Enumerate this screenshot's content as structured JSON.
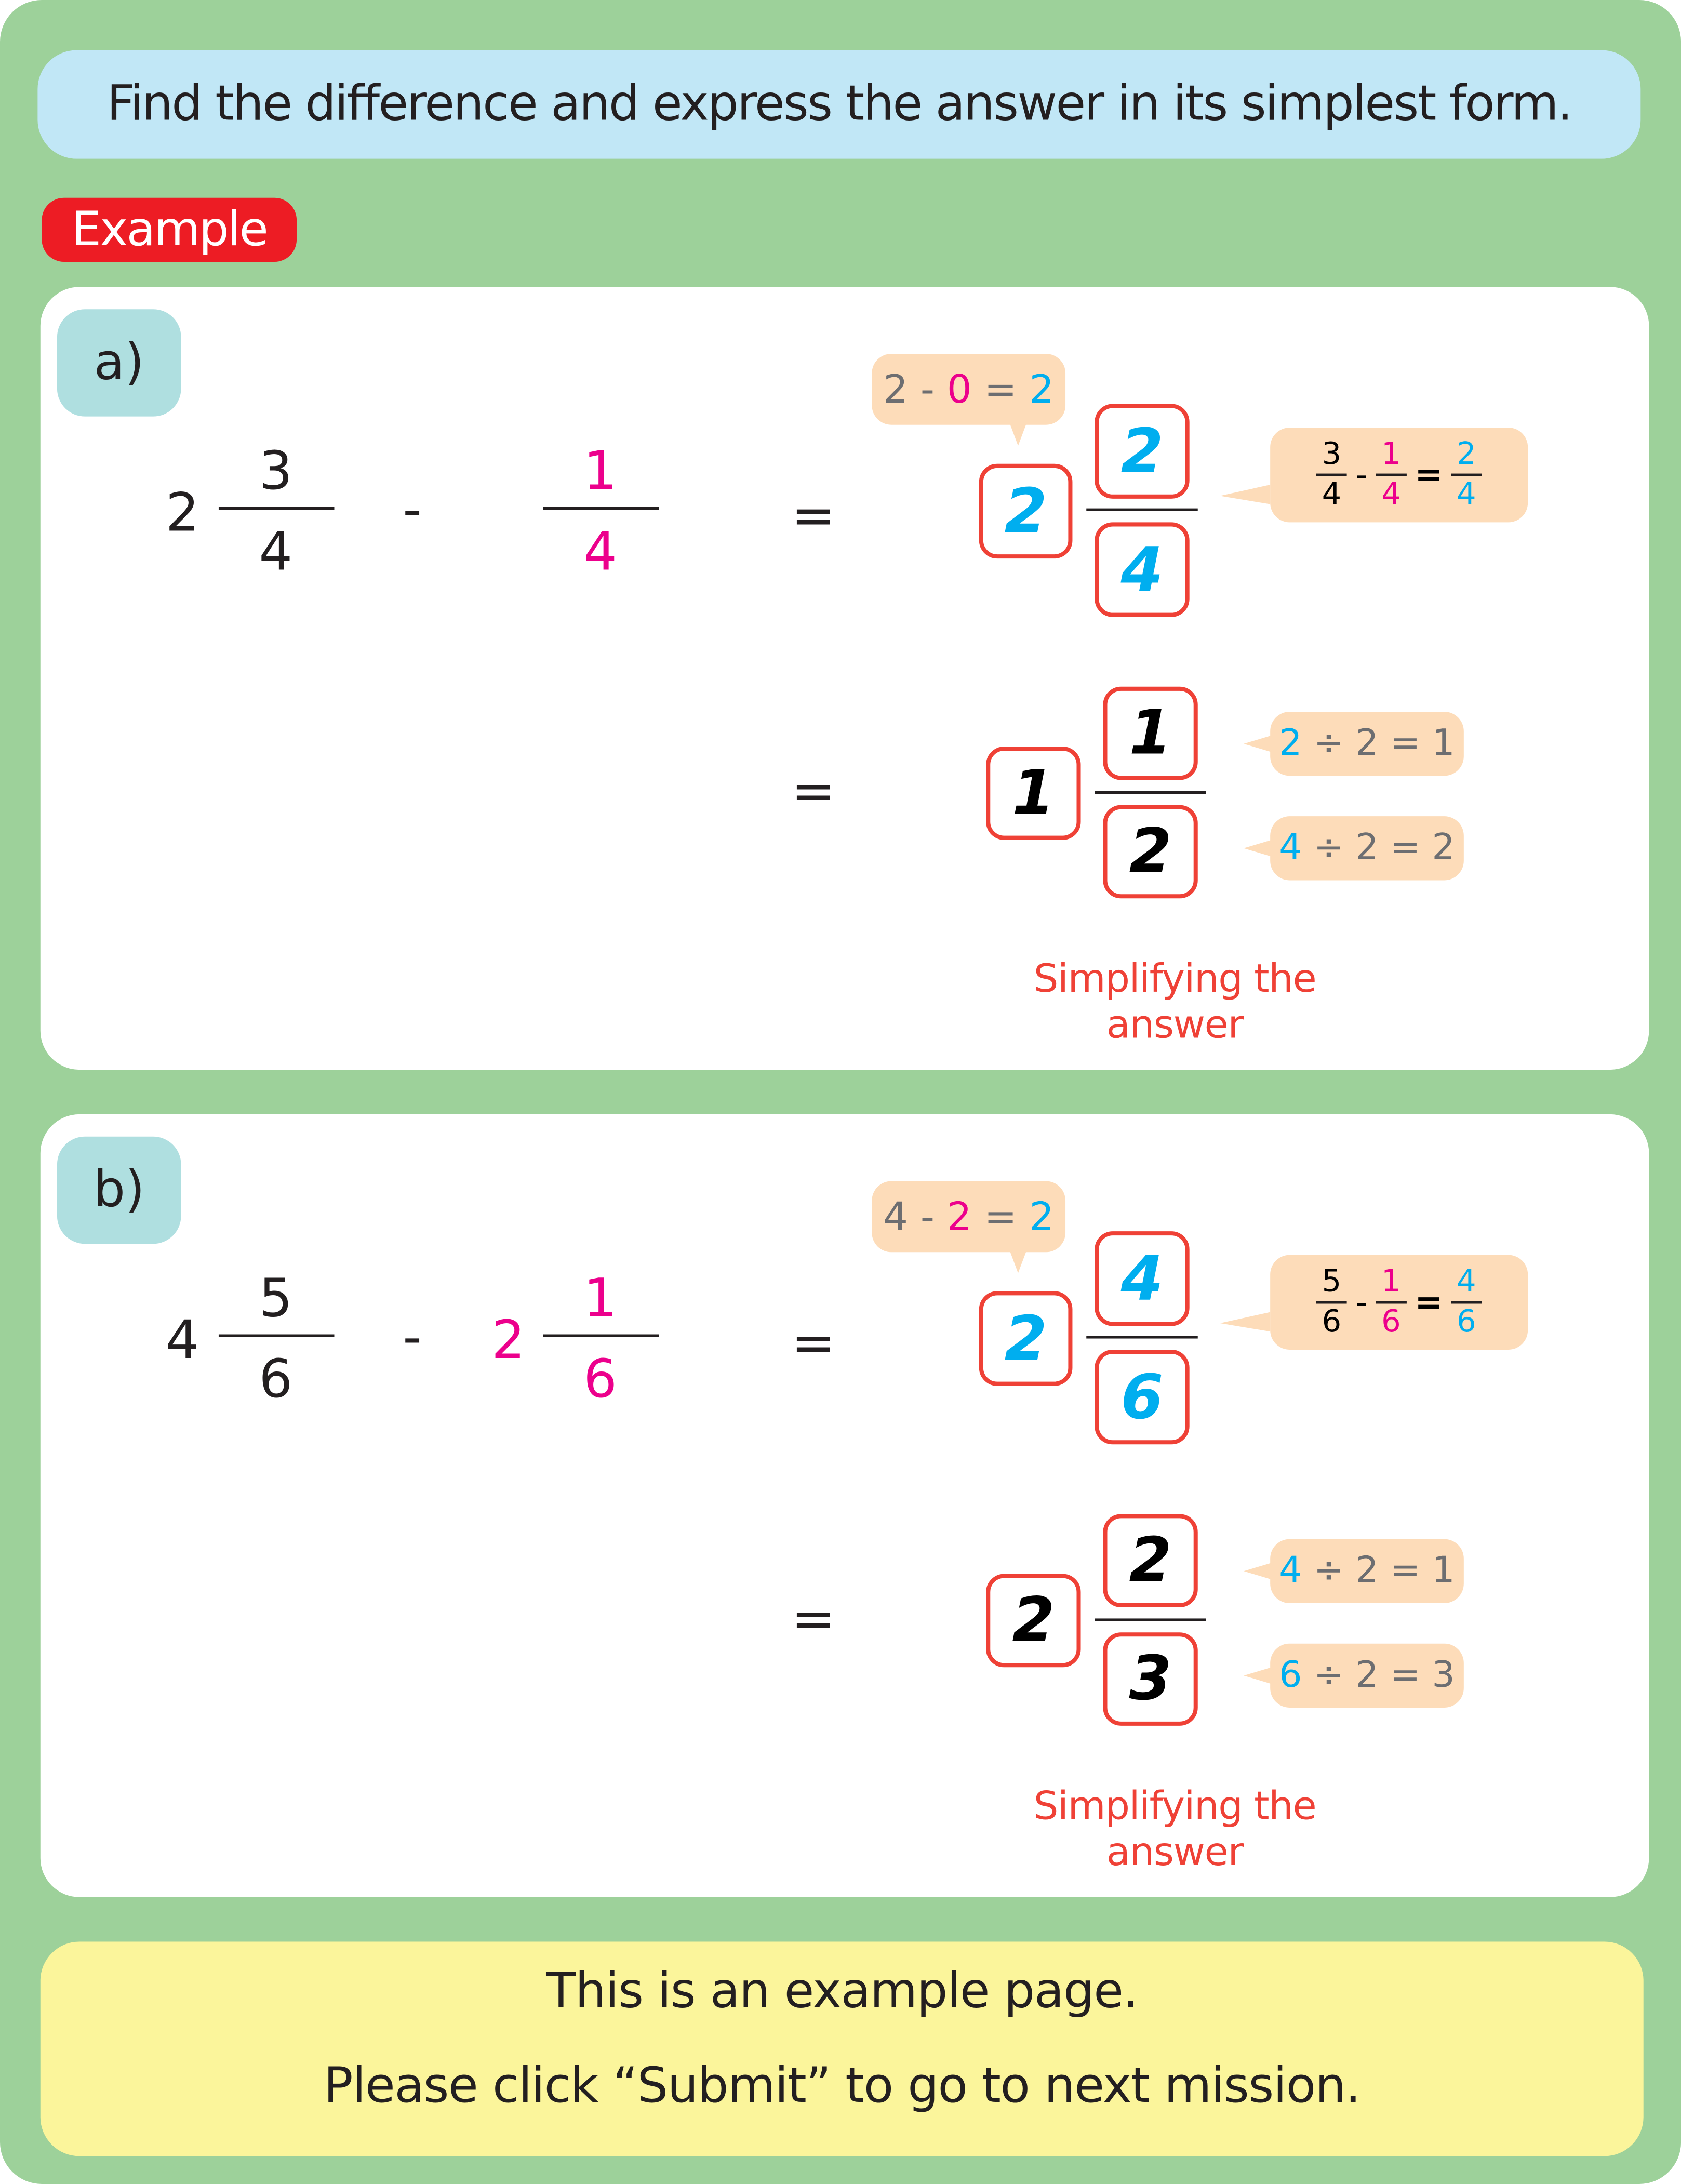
{
  "instruction": "Find the difference and express the answer in its simplest form.",
  "example_label": "Example",
  "colors": {
    "background": "#9dd19a",
    "accent_red": "#ed1c24",
    "blue": "#00aeef",
    "pink": "#ec008c",
    "bubble": "#fddcb9"
  },
  "problems": [
    {
      "label": "a)",
      "left": {
        "whole": "2",
        "num": "3",
        "den": "4"
      },
      "op": "-",
      "right": {
        "whole": "",
        "num": "1",
        "den": "4"
      },
      "eq": "=",
      "whole_hint": {
        "a": "2",
        "op": "-",
        "b": "0",
        "eq": "=",
        "r": "2"
      },
      "step1": {
        "whole": "2",
        "num": "2",
        "den": "4"
      },
      "frac_hint": {
        "a_num": "3",
        "a_den": "4",
        "op": "-",
        "b_num": "1",
        "b_den": "4",
        "eq": "=",
        "r_num": "2",
        "r_den": "4"
      },
      "step2": {
        "whole": "1",
        "num": "1",
        "den": "2"
      },
      "div_hints": [
        {
          "a": "2",
          "op": "÷",
          "b": "2",
          "eq": "=",
          "r": "1"
        },
        {
          "a": "4",
          "op": "÷",
          "b": "2",
          "eq": "=",
          "r": "2"
        }
      ],
      "note": "Simplifying the answer"
    },
    {
      "label": "b)",
      "left": {
        "whole": "4",
        "num": "5",
        "den": "6"
      },
      "op": "-",
      "right": {
        "whole": "2",
        "num": "1",
        "den": "6"
      },
      "eq": "=",
      "whole_hint": {
        "a": "4",
        "op": "-",
        "b": "2",
        "eq": "=",
        "r": "2"
      },
      "step1": {
        "whole": "2",
        "num": "4",
        "den": "6"
      },
      "frac_hint": {
        "a_num": "5",
        "a_den": "6",
        "op": "-",
        "b_num": "1",
        "b_den": "6",
        "eq": "=",
        "r_num": "4",
        "r_den": "6"
      },
      "step2": {
        "whole": "2",
        "num": "2",
        "den": "3"
      },
      "div_hints": [
        {
          "a": "4",
          "op": "÷",
          "b": "2",
          "eq": "=",
          "r": "1"
        },
        {
          "a": "6",
          "op": "÷",
          "b": "2",
          "eq": "=",
          "r": "3"
        }
      ],
      "note": "Simplifying the answer"
    }
  ],
  "footer": {
    "line1": "This is an example page.",
    "line2": "Please click “Submit” to go to next mission."
  }
}
